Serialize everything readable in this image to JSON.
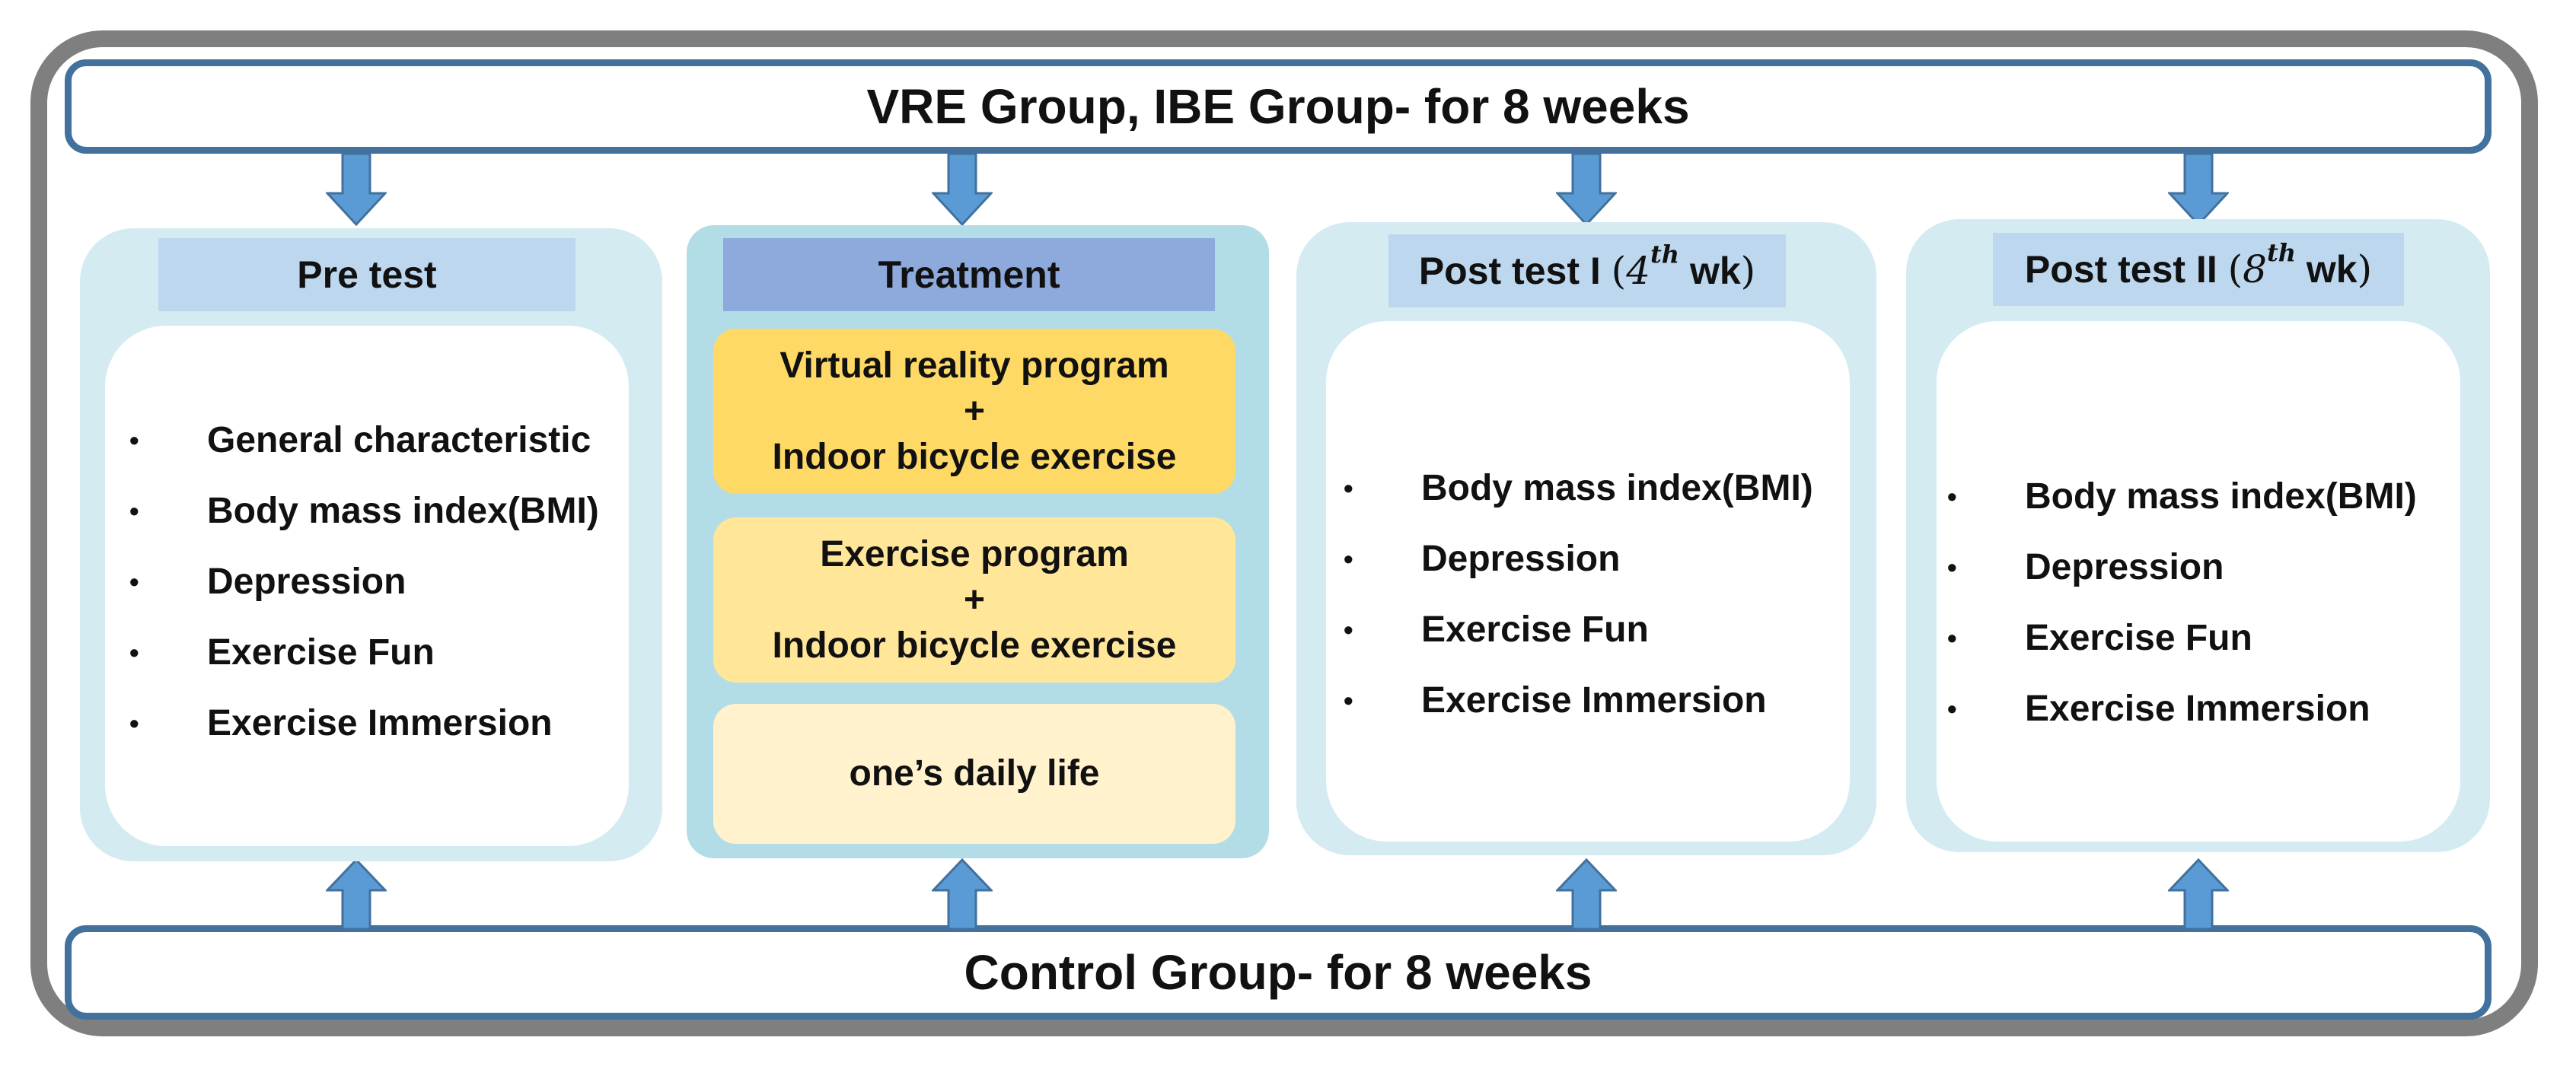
{
  "top_banner": "VRE Group, IBE Group- for 8 weeks",
  "bottom_banner": "Control Group- for 8 weeks",
  "columns": [
    {
      "label": "Pre test",
      "items": [
        "General characteristic",
        "Body mass index(BMI)",
        "Depression",
        "Exercise Fun",
        "Exercise Immersion"
      ]
    },
    {
      "label": "Treatment",
      "boxes": [
        {
          "line1": "Virtual reality program",
          "plus": "+",
          "line2": "Indoor bicycle exercise"
        },
        {
          "line1": "Exercise program",
          "plus": "+",
          "line2": "Indoor bicycle exercise"
        },
        {
          "line1": "one’s daily life"
        }
      ]
    },
    {
      "label_prefix": "Post test I",
      "label_open": "(",
      "label_num": "4",
      "label_sup": "th",
      "label_suffix": "wk",
      "label_close": ")",
      "items": [
        "Body mass index(BMI)",
        "Depression",
        "Exercise Fun",
        "Exercise Immersion"
      ]
    },
    {
      "label_prefix": "Post test II",
      "label_open": "(",
      "label_num": "8",
      "label_sup": "th",
      "label_suffix": "wk",
      "label_close": ")",
      "items": [
        "Body mass index(BMI)",
        "Depression",
        "Exercise Fun",
        "Exercise Immersion"
      ]
    }
  ],
  "bullet": "•",
  "colors": {
    "frame": "#7f7f7f",
    "banner_border": "#41719c",
    "arrow": "#5b9bd5",
    "panel_light": "#d4ebf2",
    "panel_treatment": "#b3dde6",
    "label_light": "#bdd7ee",
    "label_treatment": "#8ea9db",
    "box_vr": "#ffd966",
    "box_exercise": "#ffe699",
    "box_daily": "#fff2cc"
  }
}
